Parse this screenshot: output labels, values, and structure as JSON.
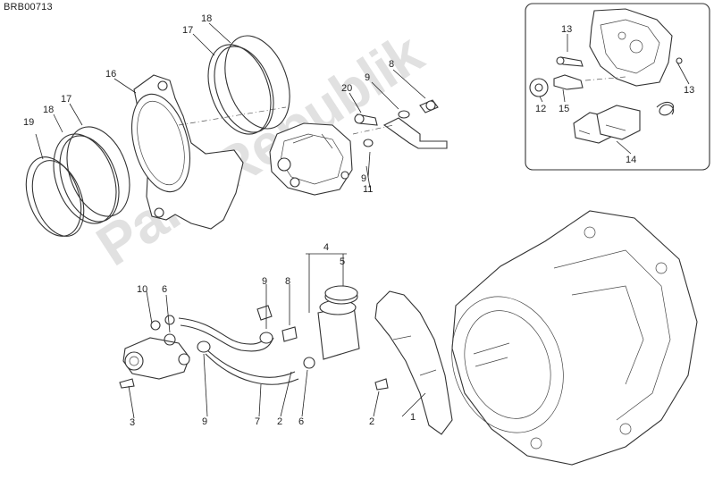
{
  "diagram_code": "BRB00713",
  "watermark": "PartsRepublik",
  "callouts": [
    "1",
    "2",
    "2",
    "3",
    "4",
    "5",
    "6",
    "6",
    "7",
    "8",
    "8",
    "9",
    "9",
    "9",
    "9",
    "10",
    "11",
    "12",
    "13",
    "13",
    "14",
    "15",
    "16",
    "17",
    "17",
    "18",
    "18",
    "19",
    "20"
  ],
  "inset": {
    "present": true
  },
  "colors": {
    "line": "#333333",
    "watermark": "#9a9a9a",
    "background": "#ffffff"
  }
}
